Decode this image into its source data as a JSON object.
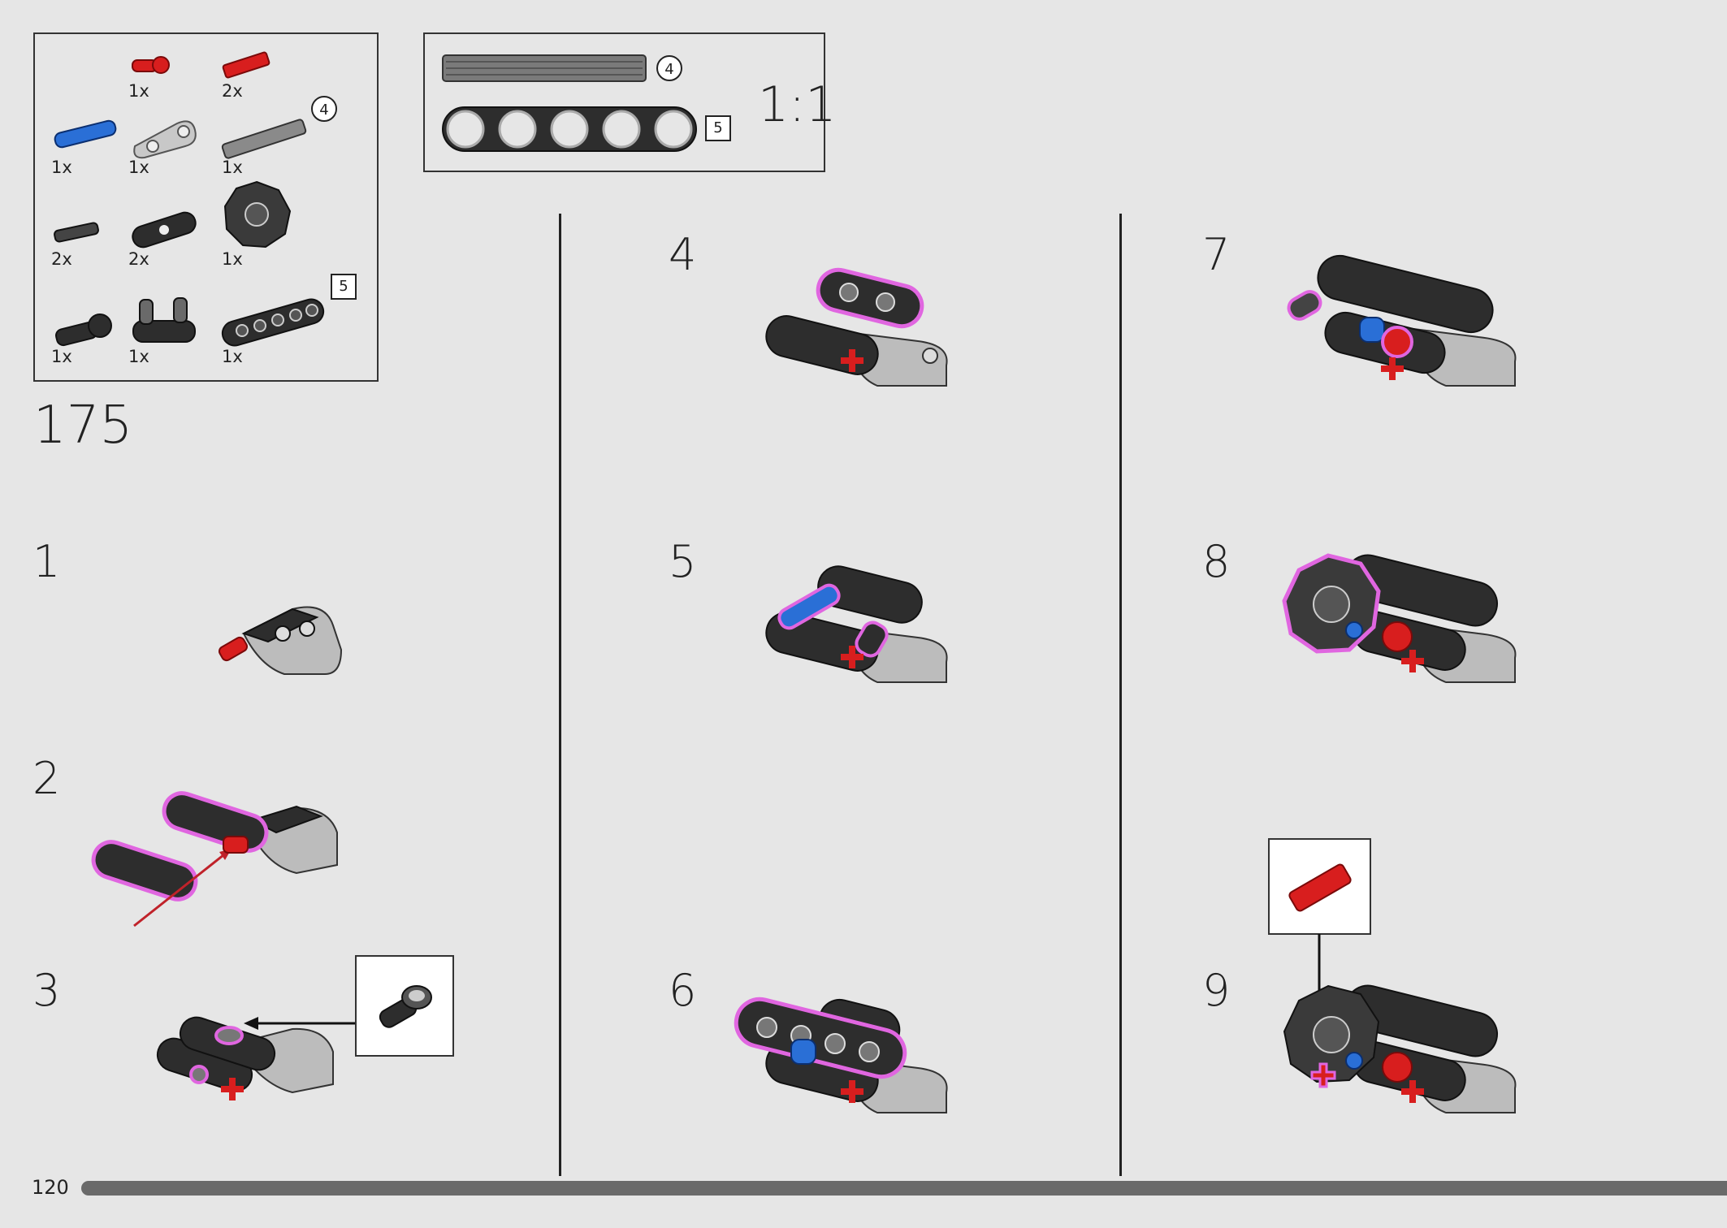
{
  "page": {
    "number": "120",
    "step_number": "175"
  },
  "parts_list": {
    "items": [
      {
        "qty": "1x",
        "part": "red-pin-short"
      },
      {
        "qty": "2x",
        "part": "red-axle-2"
      },
      {
        "qty": "1x",
        "part": "blue-pin-long"
      },
      {
        "qty": "1x",
        "part": "grey-beam-bent"
      },
      {
        "qty": "1x",
        "part": "grey-axle-4"
      },
      {
        "qty": "2x",
        "part": "black-pin-connector"
      },
      {
        "qty": "2x",
        "part": "black-beam-3"
      },
      {
        "qty": "1x",
        "part": "black-hub"
      },
      {
        "qty": "1x",
        "part": "black-axle-connector"
      },
      {
        "qty": "1x",
        "part": "black-double-pin"
      },
      {
        "qty": "1x",
        "part": "black-beam-5"
      }
    ],
    "axle_length": "4",
    "beam_length": "5"
  },
  "scale_box": {
    "scale_label": "1:1",
    "axle_length": "4",
    "beam_length": "5"
  },
  "steps": [
    "1",
    "2",
    "3",
    "4",
    "5",
    "6",
    "7",
    "8",
    "9"
  ],
  "colors": {
    "background": "#e6e6e6",
    "highlight": "#e066e0",
    "red": "#d81e1e",
    "blue": "#2a6fd6",
    "dark": "#2d2d2d",
    "grey": "#bcbcbc"
  }
}
